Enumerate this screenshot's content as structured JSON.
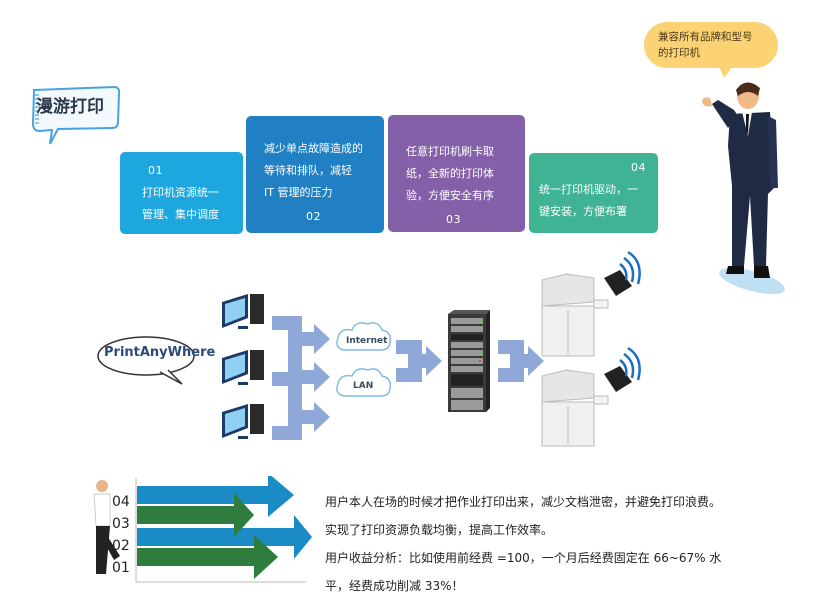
{
  "title_bubble": {
    "text": "漫游打印",
    "icon": "comic-speech-bubble-icon"
  },
  "features": [
    {
      "num": "01",
      "lines": [
        "打印机资源统一",
        "管理、集中调度"
      ],
      "color": "#1ea6df"
    },
    {
      "num": "02",
      "lines": [
        "减少单点故障造成的",
        "等待和排队，减轻",
        "IT 管理的压力"
      ],
      "color": "#217fc3"
    },
    {
      "num": "03",
      "lines": [
        "任意打印机刷卡取",
        "纸，全新的打印体",
        "验，方便安全有序"
      ],
      "color": "#8460a8"
    },
    {
      "num": "04",
      "lines": [
        "统一打印机驱动，一",
        "键安装，方便布署"
      ],
      "color": "#3fb394"
    }
  ],
  "presenter_bubble": {
    "lines": [
      "兼容所有品牌和型号",
      "的打印机"
    ],
    "color": "#fbd375"
  },
  "diagram": {
    "label_bubble": "PrintAnyWhere",
    "clients": [
      "computer-1",
      "computer-2",
      "computer-3"
    ],
    "networks": [
      "Internet",
      "LAN"
    ],
    "server": "server-rack",
    "printers": [
      "printer-1",
      "printer-2"
    ],
    "arrow_color": "#8fa8d8"
  },
  "chart_data": {
    "type": "bar",
    "categories": [
      "04",
      "03",
      "02",
      "01"
    ],
    "series": [
      {
        "name": "04",
        "color": "#1a8bc4"
      },
      {
        "name": "03",
        "color": "#2e7d3e"
      },
      {
        "name": "02",
        "color": "#1a8bc4"
      },
      {
        "name": "01",
        "color": "#2e7d3e"
      }
    ],
    "title": "",
    "xlabel": "",
    "ylabel": ""
  },
  "benefits": [
    "用户本人在场的时候才把作业打印出来，减少文档泄密，并避免打印浪费。",
    "实现了打印资源负载均衡，提高工作效率。",
    "用户收益分析：比如使用前经费 =100，一个月后经费固定在 66~67% 水",
    "平，经费成功削减 33%！"
  ]
}
